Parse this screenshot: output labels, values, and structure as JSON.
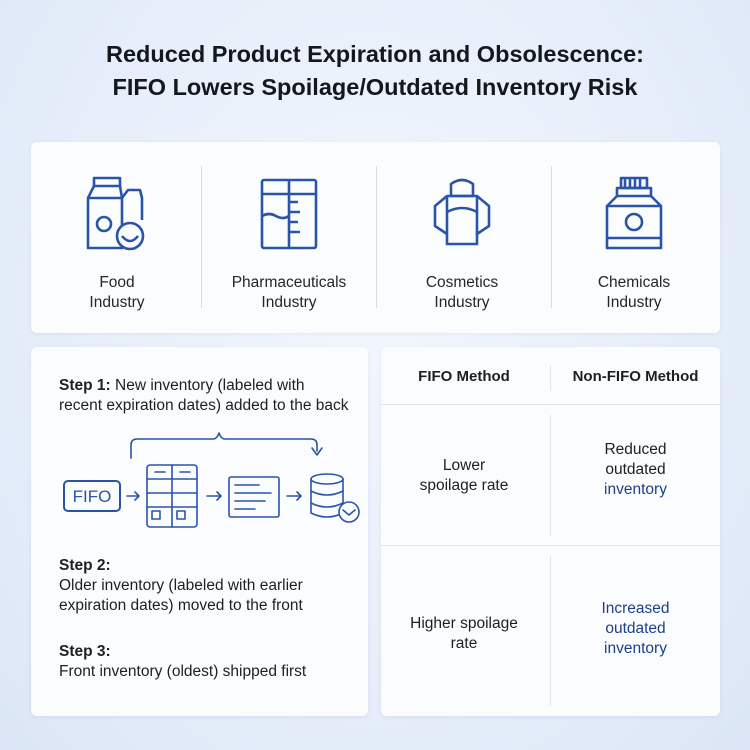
{
  "title": {
    "line1": "Reduced Product Expiration and Obsolescence:",
    "line2": "FIFO Lowers Spoilage/Outdated Inventory Risk"
  },
  "industries": [
    {
      "icon": "food-package-icon",
      "line1": "Food",
      "line2": "Industry"
    },
    {
      "icon": "pharmaceutical-cabinet-icon",
      "line1": "Pharmaceuticals",
      "line2": "Industry"
    },
    {
      "icon": "cosmetics-icon",
      "line1": "Cosmetics",
      "line2": "Industry"
    },
    {
      "icon": "chemical-jar-icon",
      "line1": "Chemicals",
      "line2": "Industry"
    }
  ],
  "steps": {
    "step1_label": "Step 1:",
    "step1_text_a": "New inventory (labeled with",
    "step1_text_b": "recent expiration dates) added to the back",
    "step2_label": "Step 2:",
    "step2_text_a": "Older inventory (labeled with earlier",
    "step2_text_b": "expiration dates) moved to the front",
    "step3_label": "Step 3:",
    "step3_text": "Front inventory (oldest) shipped first",
    "flow_box_label": "FIFO"
  },
  "comparison": {
    "col1_header": "FIFO Method",
    "col2_header": "Non-FIFO Method",
    "row1": {
      "fifo_a": "Lower",
      "fifo_b": "spoilage rate",
      "nonfifo_a": "Reduced",
      "nonfifo_b": "outdated",
      "nonfifo_c": "inventory"
    },
    "row2": {
      "fifo_a": "Higher spoilage",
      "fifo_b": "rate",
      "nonfifo_a": "Increased",
      "nonfifo_b": "outdated",
      "nonfifo_c": "inventory"
    }
  },
  "colors": {
    "icon_blue": "#2a54a8",
    "accent_text": "#1d3f8c"
  }
}
